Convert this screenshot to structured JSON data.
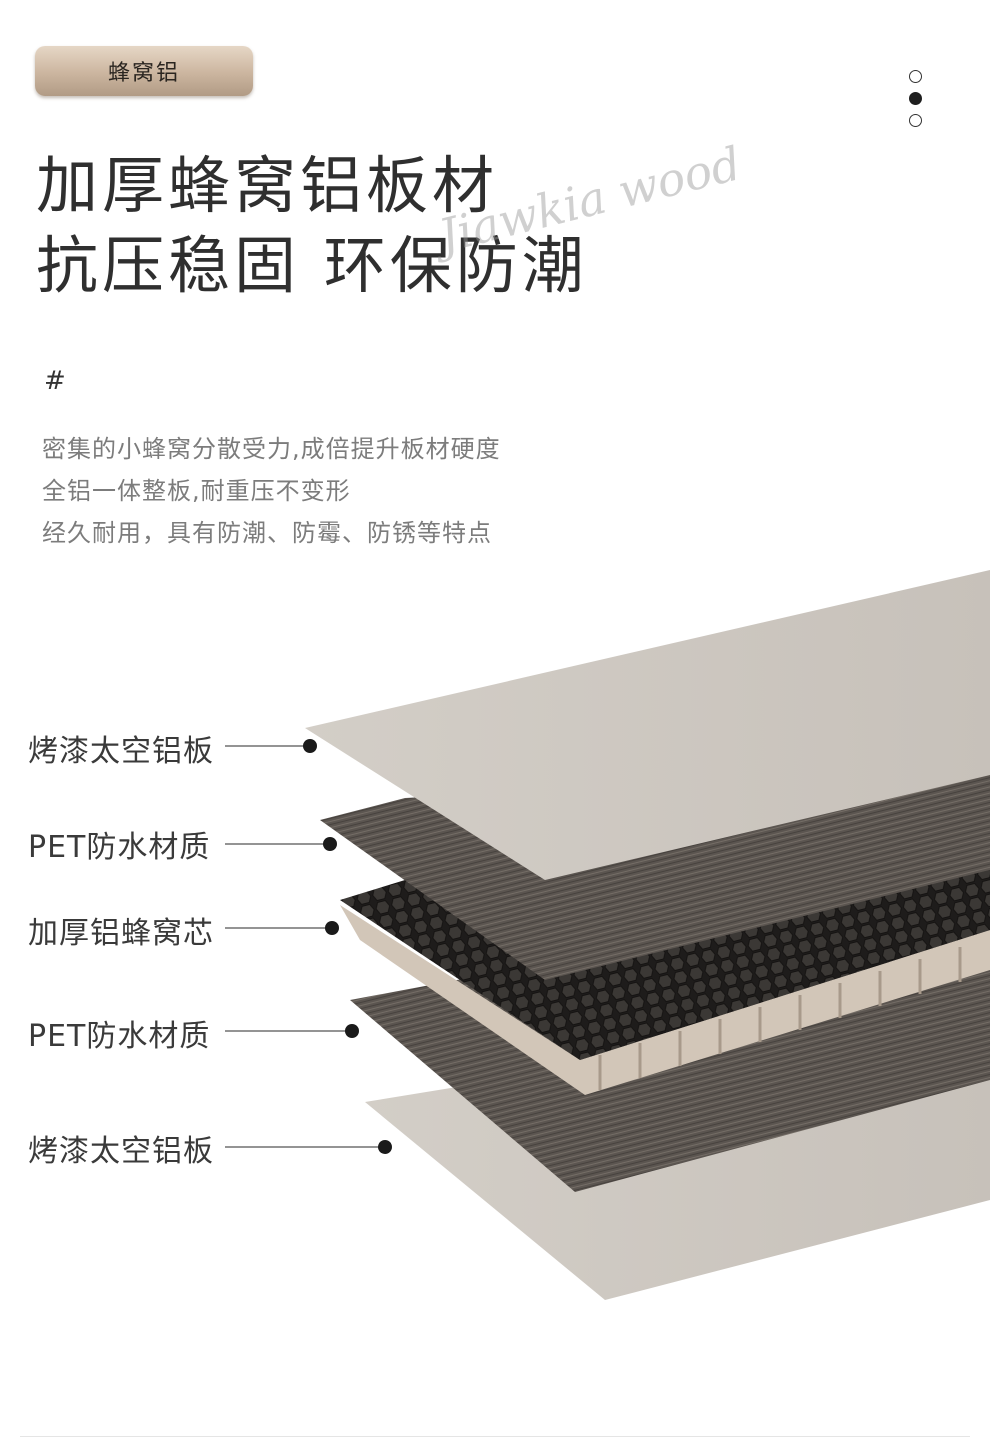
{
  "badge": "蜂窝铝",
  "title": {
    "line1": "加厚蜂窝铝板材",
    "line2": "抗压稳固 环保防潮"
  },
  "watermark": "Jiawkia wood",
  "hash": "#",
  "description": [
    "密集的小蜂窝分散受力,成倍提升板材硬度",
    "全铝一体整板,耐重压不变形",
    "经久耐用，具有防潮、防霉、防锈等特点"
  ],
  "layers": [
    "烤漆太空铝板",
    "PET防水材质",
    "加厚铝蜂窝芯",
    "PET防水材质",
    "烤漆太空铝板"
  ],
  "colors": {
    "panel": "#cdc8c1",
    "pet": "#5b5550",
    "honeycomb": "#2a2826",
    "honeycomb_edge": "#d2c6b8",
    "badge": "#c9b39d"
  },
  "page_indicator": {
    "total": 3,
    "active": 2
  }
}
